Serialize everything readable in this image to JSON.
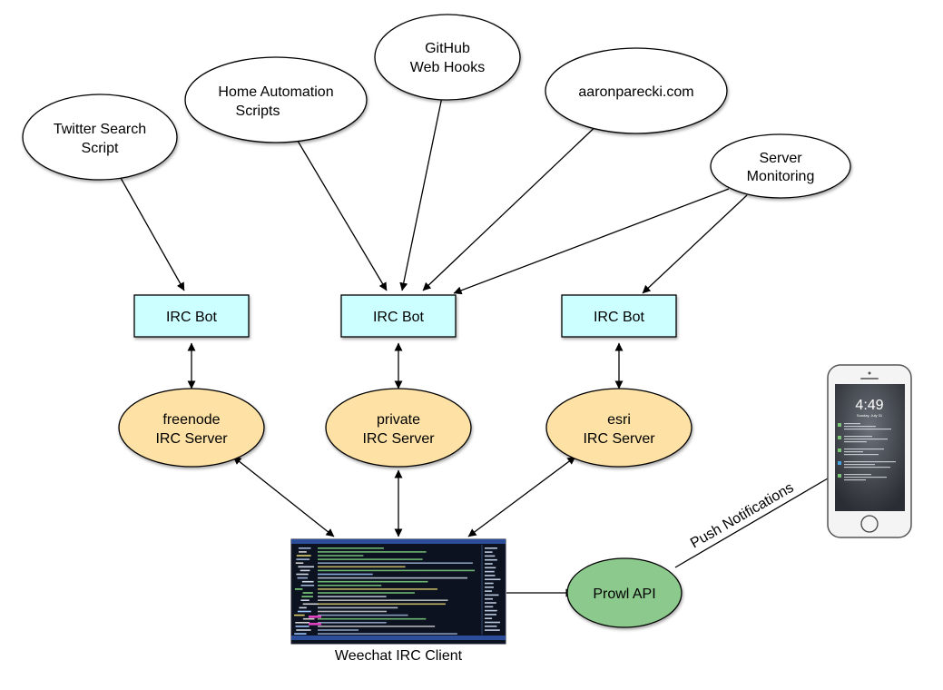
{
  "sources": {
    "twitter": {
      "line1": "Twitter Search",
      "line2": "Script"
    },
    "home": {
      "line1": "Home Automation",
      "line2": "Scripts"
    },
    "github": {
      "line1": "GitHub",
      "line2": "Web Hooks"
    },
    "aaron": {
      "line1": "aaronparecki.com"
    },
    "monitoring": {
      "line1": "Server",
      "line2": "Monitoring"
    }
  },
  "bots": [
    {
      "label": "IRC Bot"
    },
    {
      "label": "IRC Bot"
    },
    {
      "label": "IRC Bot"
    }
  ],
  "servers": [
    {
      "line1": "freenode",
      "line2": "IRC Server"
    },
    {
      "line1": "private",
      "line2": "IRC Server"
    },
    {
      "line1": "esri",
      "line2": "IRC Server"
    }
  ],
  "client": {
    "label": "Weechat IRC Client"
  },
  "prowl": {
    "label": "Prowl API"
  },
  "push": {
    "label": "Push Notifications"
  },
  "phone": {
    "time": "4:49",
    "date": "Sunday, July 31"
  },
  "colors": {
    "source_fill": "#ffffff",
    "bot_fill": "#ccffff",
    "server_fill": "#fde1a5",
    "prowl_fill": "#8cc98c",
    "terminal_bg": "#0c1220",
    "stroke": "#000000"
  }
}
